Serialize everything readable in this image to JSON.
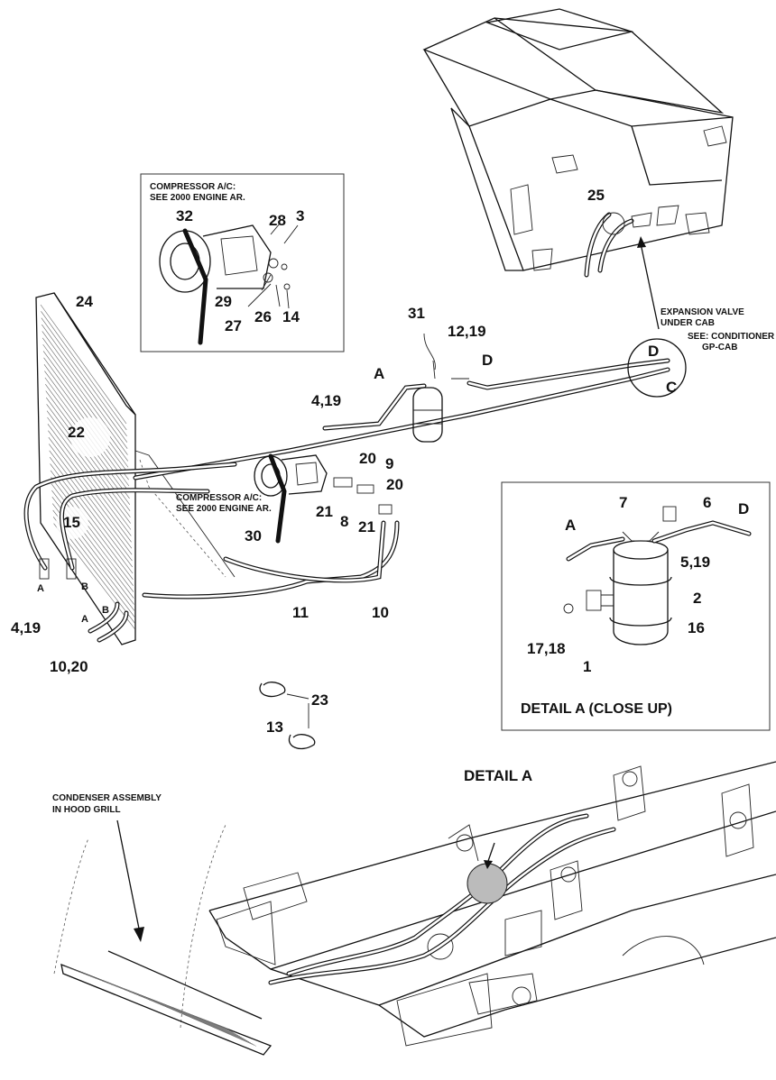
{
  "notes": {
    "compressor_inset_1": "COMPRESSOR A/C:",
    "compressor_inset_2": "SEE 2000 ENGINE AR.",
    "compressor_main_1": "COMPRESSOR A/C:",
    "compressor_main_2": "SEE 2000 ENGINE AR.",
    "expansion_1": "EXPANSION VALVE",
    "expansion_2": "UNDER CAB",
    "expansion_3": "SEE: CONDITIONER",
    "expansion_4": "GP-CAB",
    "condenser_1": "CONDENSER ASSEMBLY",
    "condenser_2": "IN HOOD GRILL",
    "detail_a_label": "DETAIL A",
    "detail_a_title": "DETAIL A (CLOSE UP)"
  },
  "callouts": {
    "c25": "25",
    "c32": "32",
    "c28": "28",
    "c3": "3",
    "c29": "29",
    "c27": "27",
    "c26": "26",
    "c14": "14",
    "c24": "24",
    "c31": "31",
    "c12_19": "12,19",
    "cA_top": "A",
    "cD_top": "D",
    "c4_19_top": "4,19",
    "c22": "22",
    "c20a": "20",
    "c9": "9",
    "c20b": "20",
    "c21a": "21",
    "c8": "8",
    "c21b": "21",
    "c15": "15",
    "c30": "30",
    "c11": "11",
    "c10": "10",
    "c4_19": "4,19",
    "c10_20": "10,20",
    "c23": "23",
    "c13": "13",
    "sA": "A",
    "sB": "B",
    "sA2": "A",
    "sB2": "B",
    "cD_circle": "D",
    "cC_circle": "C",
    "d7": "7",
    "d6": "6",
    "dA": "A",
    "dD": "D",
    "d5_19": "5,19",
    "d2": "2",
    "d16": "16",
    "d17_18": "17,18",
    "d1": "1"
  }
}
